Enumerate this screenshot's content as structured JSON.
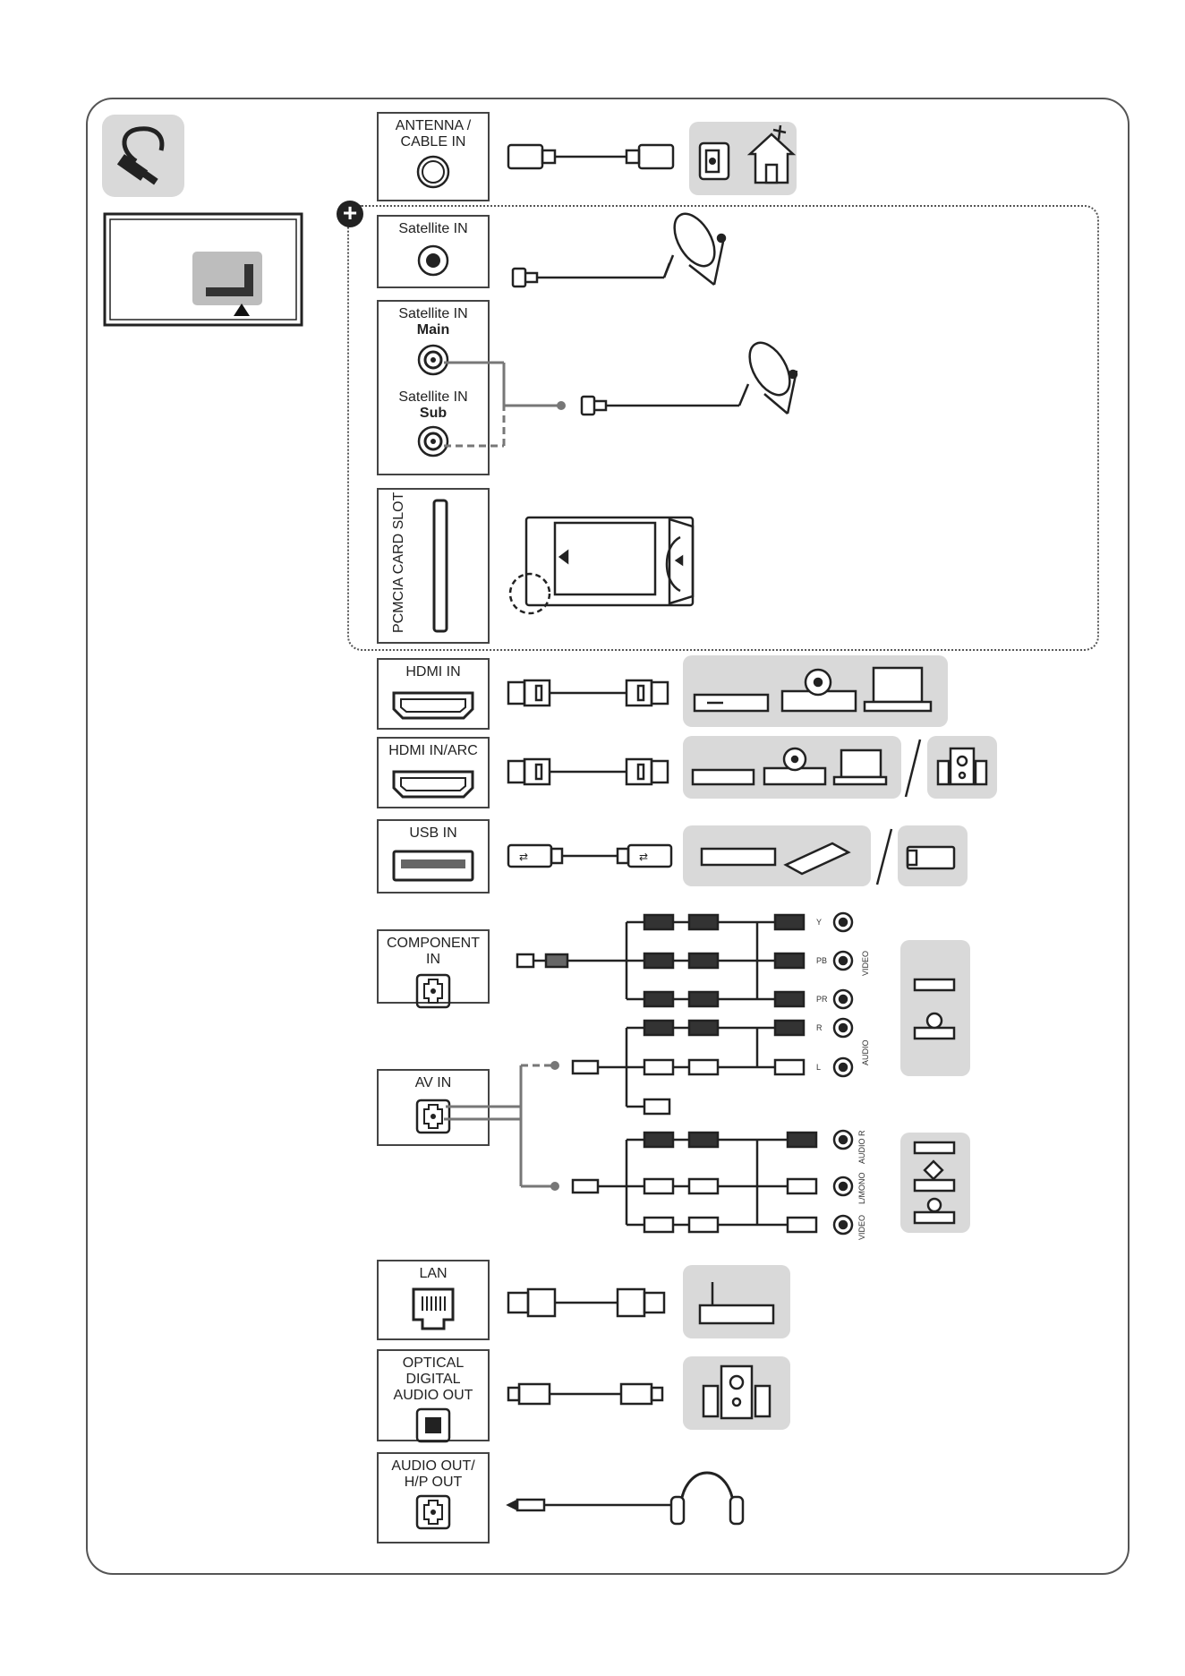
{
  "ports": {
    "antenna": {
      "label": "ANTENNA /\nCABLE IN"
    },
    "satellite": {
      "label": "Satellite IN"
    },
    "sat_main": {
      "label": "Satellite IN",
      "sub": "Main"
    },
    "sat_sub": {
      "label": "Satellite IN",
      "sub": "Sub"
    },
    "pcmcia": {
      "label": "PCMCIA CARD SLOT"
    },
    "hdmi": {
      "label": "HDMI IN"
    },
    "hdmi_arc": {
      "label": "HDMI IN/ARC"
    },
    "usb": {
      "label": "USB IN"
    },
    "component": {
      "label": "COMPONENT IN"
    },
    "av": {
      "label": "AV IN"
    },
    "lan": {
      "label": "LAN"
    },
    "optical": {
      "label": "OPTICAL DIGITAL\nAUDIO OUT"
    },
    "audio_out": {
      "label": "AUDIO OUT/\nH/P OUT"
    }
  },
  "component_labels": {
    "y": "Y",
    "pb": "PB",
    "pr": "PR",
    "video": "VIDEO",
    "r": "R",
    "l": "L",
    "audio": "AUDIO"
  },
  "av_labels": {
    "audio_r": "AUDIO R",
    "l_mono": "L/MONO",
    "video": "VIDEO"
  },
  "colors": {
    "stroke": "#222222",
    "panel": "#d9d9d9",
    "frame": "#555555"
  }
}
